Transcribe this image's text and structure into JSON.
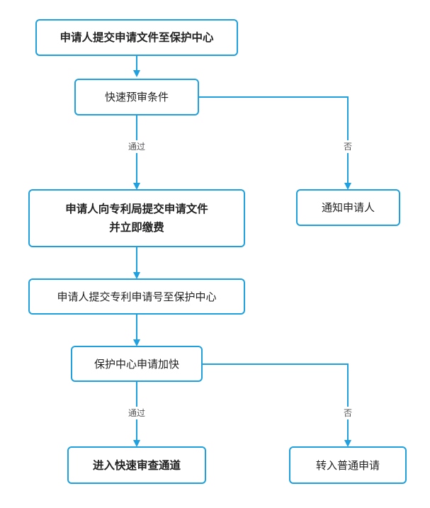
{
  "nodes": {
    "submit_docs": "申请人提交申请文件至保护中心",
    "fast_precheck": "快速预审条件",
    "submit_to_patent_office_line1": "申请人向专利局提交申请文件",
    "submit_to_patent_office_line2": "并立即缴费",
    "notify_applicant": "通知申请人",
    "submit_application_number": "申请人提交专利申请号至保护中心",
    "center_expedite": "保护中心申请加快",
    "enter_fast_track": "进入快速审查通道",
    "convert_normal": "转入普通申请"
  },
  "edges": {
    "pass_1": "通过",
    "no_1": "否",
    "pass_2": "通过",
    "no_2": "否"
  },
  "colors": {
    "line": "#1fa0df",
    "border": "#1fa0df"
  }
}
